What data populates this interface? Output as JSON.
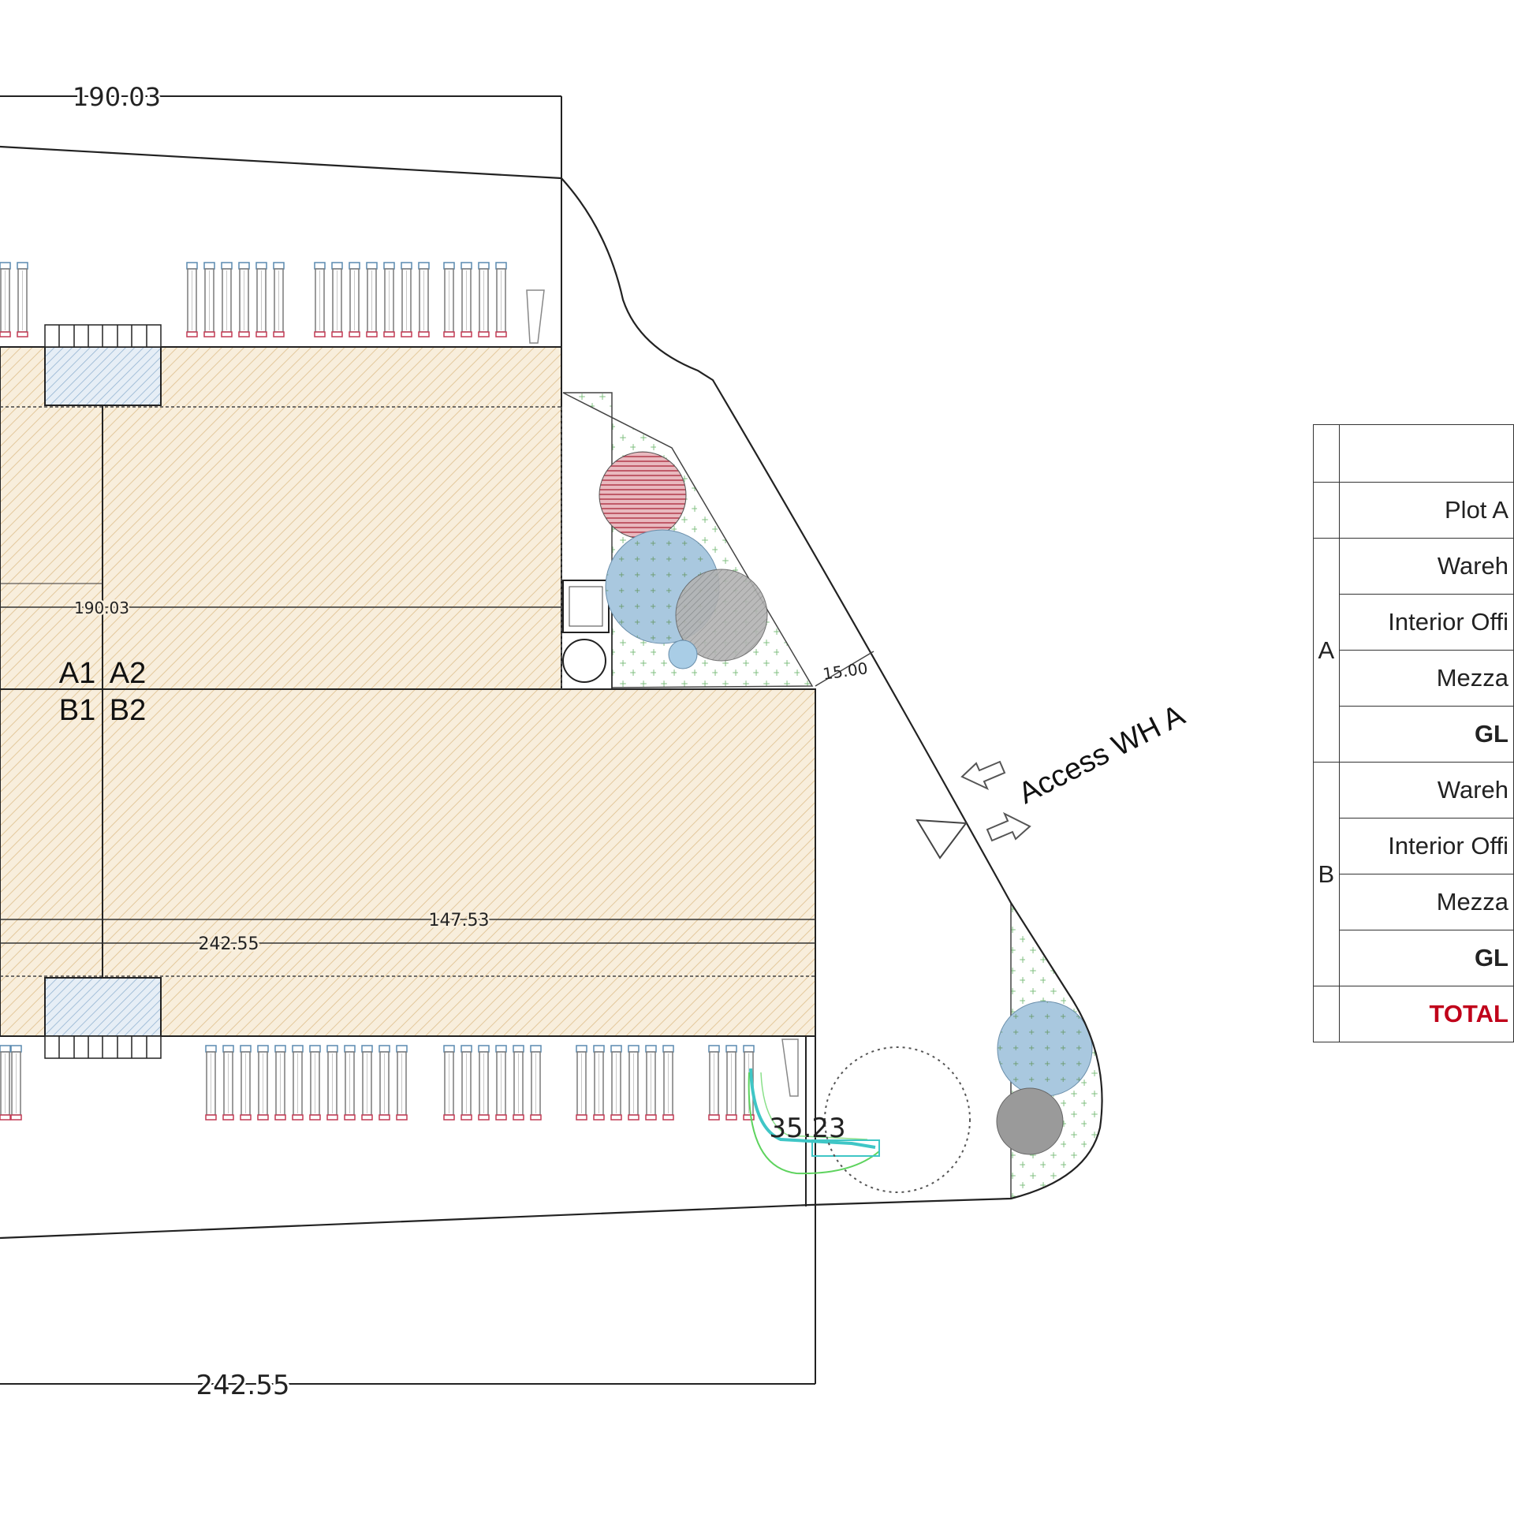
{
  "dimensions": {
    "top_overall": "190.03",
    "inner_upper": "190.03",
    "inner_lower_right": "147.53",
    "inner_lower_overall": "242.55",
    "bottom_overall": "242.55",
    "setback": "15.00",
    "truck_turn": "35.23"
  },
  "units": {
    "a1": "A1",
    "a2": "A2",
    "b1": "B1",
    "b2": "B2"
  },
  "access_label": "Access WH A",
  "colors": {
    "building_fill": "#f8eedc",
    "hatch": "#e3c89c",
    "landscape_dots": "#7fbf7f",
    "tree_blue": "#9ec3dd",
    "tree_grey": "#9a9a9a",
    "tree_red": "#c9707a",
    "total_text": "#c0001a"
  },
  "table": {
    "rows": [
      {
        "group": "",
        "item": "",
        "style": "head"
      },
      {
        "group": "",
        "item": "Plot A"
      },
      {
        "group": "A",
        "item": "Wareh"
      },
      {
        "group": "",
        "item": "Interior Offi"
      },
      {
        "group": "",
        "item": "Mezza"
      },
      {
        "group": "",
        "item": "GL",
        "style": "bold"
      },
      {
        "group": "B",
        "item": "Wareh"
      },
      {
        "group": "",
        "item": "Interior Offi"
      },
      {
        "group": "",
        "item": "Mezza"
      },
      {
        "group": "",
        "item": "GL",
        "style": "bold"
      },
      {
        "group": "",
        "item": "TOTAL",
        "style": "total"
      }
    ]
  }
}
